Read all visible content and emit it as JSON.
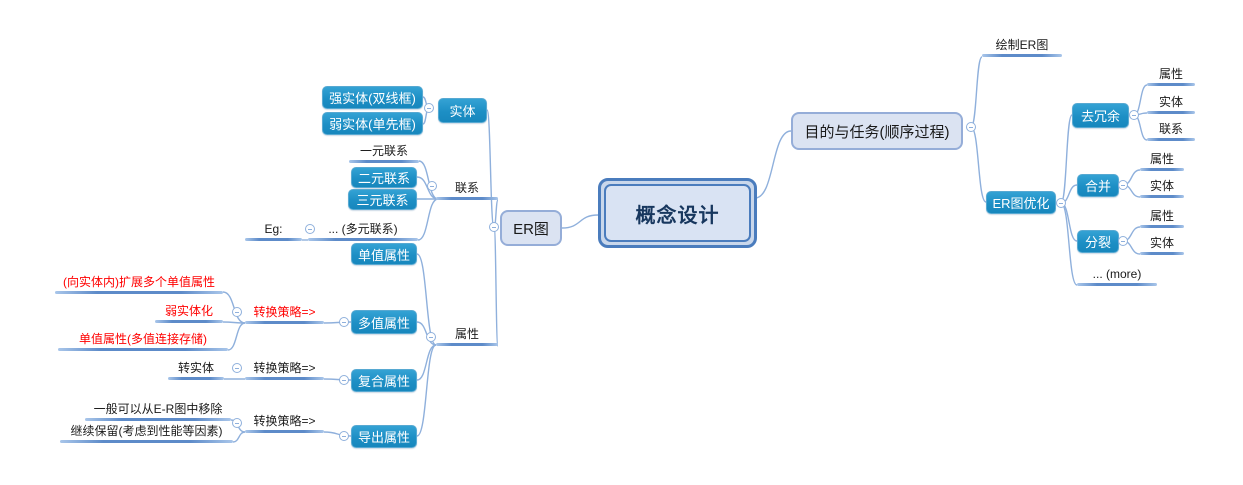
{
  "app": {
    "kind": "mind-map",
    "central_topic": "概念设计"
  },
  "colors": {
    "topic_fill_blue": "#1d8fc5",
    "topic_light_fill": "#dbe3f2",
    "topic_light_border": "#95add8",
    "central_border": "#4a7cbd",
    "central_fill": "#d9e3f3",
    "branch_line": "#8fb0dc",
    "underline_blue": "#5d8bc9",
    "emphasis_red": "#ff0000",
    "central_text": "#17375e"
  },
  "icons": {
    "collapse_glyph": "−",
    "collapse_name": "collapse-minus-icon"
  },
  "nodes": {
    "central": {
      "label": "概念设计"
    },
    "er_diagram": {
      "label": "ER图"
    },
    "entity": {
      "label": "实体"
    },
    "strong_entity": {
      "label": "强实体(双线框)"
    },
    "weak_entity": {
      "label": "弱实体(单先框)"
    },
    "relationship": {
      "label": "联系"
    },
    "unary_rel": {
      "label": "一元联系"
    },
    "binary_rel": {
      "label": "二元联系"
    },
    "ternary_rel": {
      "label": "三元联系"
    },
    "nary_rel": {
      "label": "... (多元联系)"
    },
    "eg": {
      "label": "Eg:"
    },
    "attribute": {
      "label": "属性"
    },
    "single_valued": {
      "label": "单值属性"
    },
    "multi_valued": {
      "label": "多值属性"
    },
    "strategy_multi": {
      "label": "转换策略=>",
      "text_color": "#ff0000"
    },
    "extend_single": {
      "label": "(向实体内)扩展多个单值属性",
      "text_color": "#ff0000"
    },
    "weak_entityize": {
      "label": "弱实体化",
      "text_color": "#ff0000"
    },
    "single_concat": {
      "label": "单值属性(多值连接存储)",
      "text_color": "#ff0000"
    },
    "composite": {
      "label": "复合属性"
    },
    "strategy_comp": {
      "label": "转换策略=>"
    },
    "to_entity": {
      "label": "转实体"
    },
    "derived": {
      "label": "导出属性"
    },
    "strategy_der": {
      "label": "转换策略=>"
    },
    "remove_from_er": {
      "label": "一般可以从E-R图中移除"
    },
    "keep_retain": {
      "label": "继续保留(考虑到性能等因素)"
    },
    "purpose": {
      "label": "目的与任务(顺序过程)"
    },
    "draw_er": {
      "label": "绘制ER图"
    },
    "er_optimize": {
      "label": "ER图优化"
    },
    "deredundancy": {
      "label": "去冗余"
    },
    "dr_attribute": {
      "label": "属性"
    },
    "dr_entity": {
      "label": "实体"
    },
    "dr_relationship": {
      "label": "联系"
    },
    "merge": {
      "label": "合并"
    },
    "mg_attribute": {
      "label": "属性"
    },
    "mg_entity": {
      "label": "实体"
    },
    "split": {
      "label": "分裂"
    },
    "sp_attribute": {
      "label": "属性"
    },
    "sp_entity": {
      "label": "实体"
    },
    "more": {
      "label": "... (more)"
    }
  },
  "tree": {
    "central": {
      "left": {
        "er_diagram": {
          "entity": [
            "strong_entity",
            "weak_entity"
          ],
          "relationship": [
            "unary_rel",
            "binary_rel",
            "ternary_rel",
            {
              "nary_rel": [
                "eg"
              ]
            }
          ],
          "attribute": [
            "single_valued",
            {
              "multi_valued": {
                "strategy_multi": [
                  "extend_single",
                  "weak_entityize",
                  "single_concat"
                ]
              }
            },
            {
              "composite": {
                "strategy_comp": [
                  "to_entity"
                ]
              }
            },
            {
              "derived": {
                "strategy_der": [
                  "remove_from_er",
                  "keep_retain"
                ]
              }
            }
          ]
        }
      },
      "right": {
        "purpose": [
          "draw_er",
          {
            "er_optimize": [
              {
                "deredundancy": [
                  "dr_attribute",
                  "dr_entity",
                  "dr_relationship"
                ]
              },
              {
                "merge": [
                  "mg_attribute",
                  "mg_entity"
                ]
              },
              {
                "split": [
                  "sp_attribute",
                  "sp_entity"
                ]
              },
              "more"
            ]
          }
        ]
      }
    }
  }
}
